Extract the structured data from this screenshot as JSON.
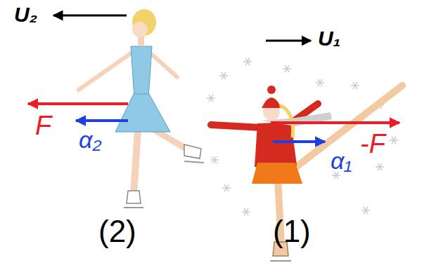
{
  "diagram": {
    "labels": [
      "U₂",
      "F",
      "α₂",
      "(2)",
      "U₁",
      "-F",
      "α₁",
      "(1)"
    ]
  }
}
